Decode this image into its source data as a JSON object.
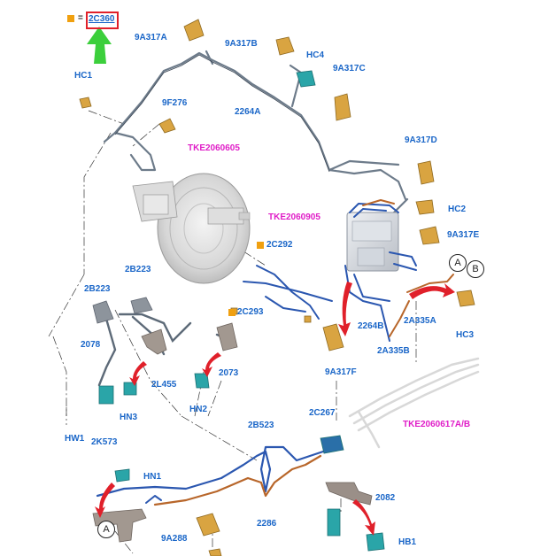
{
  "legend": {
    "equals": "=",
    "highlighted_part": "2C360"
  },
  "colors": {
    "callout": "#1a66c8",
    "drawing_ref": "#e01ec8",
    "part_orange": "#d9a441",
    "part_teal": "#2aa5a8",
    "tube_blue": "#2b57b0",
    "tube_copper": "#b8662a",
    "tube_steel": "#6d7b8a",
    "arrow_red": "#e0202a",
    "arrow_green": "#3ccf3c",
    "highlight_box": "#e0202a"
  },
  "callouts": {
    "c_9a317a": "9A317A",
    "c_9a317b": "9A317B",
    "c_hc4": "HC4",
    "c_9a317c": "9A317C",
    "c_hc1": "HC1",
    "c_9f276": "9F276",
    "c_2264a": "2264A",
    "c_9a317d": "9A317D",
    "c_tke605": "TKE2060605",
    "c_tke905": "TKE2060905",
    "c_hc2": "HC2",
    "c_9a317e": "9A317E",
    "c_2c292": "2C292",
    "c_2b223a": "2B223",
    "c_2b223b": "2B223",
    "c_2c293": "2C293",
    "c_2264b": "2264B",
    "c_2a335a": "2A335A",
    "c_2a335b": "2A335B",
    "c_hc3": "HC3",
    "c_2078": "2078",
    "c_9a317f": "9A317F",
    "c_2l455": "2L455",
    "c_2073": "2073",
    "c_hn3": "HN3",
    "c_hn2": "HN2",
    "c_hw1": "HW1",
    "c_2k573": "2K573",
    "c_2b523": "2B523",
    "c_2c267": "2C267",
    "c_tke617": "TKE2060617A/B",
    "c_hn1": "HN1",
    "c_2082": "2082",
    "c_2286": "2286",
    "c_9a288": "9A288",
    "c_hb1": "HB1"
  },
  "view_markers": {
    "a1": "A",
    "b1": "B",
    "a2": "A"
  }
}
